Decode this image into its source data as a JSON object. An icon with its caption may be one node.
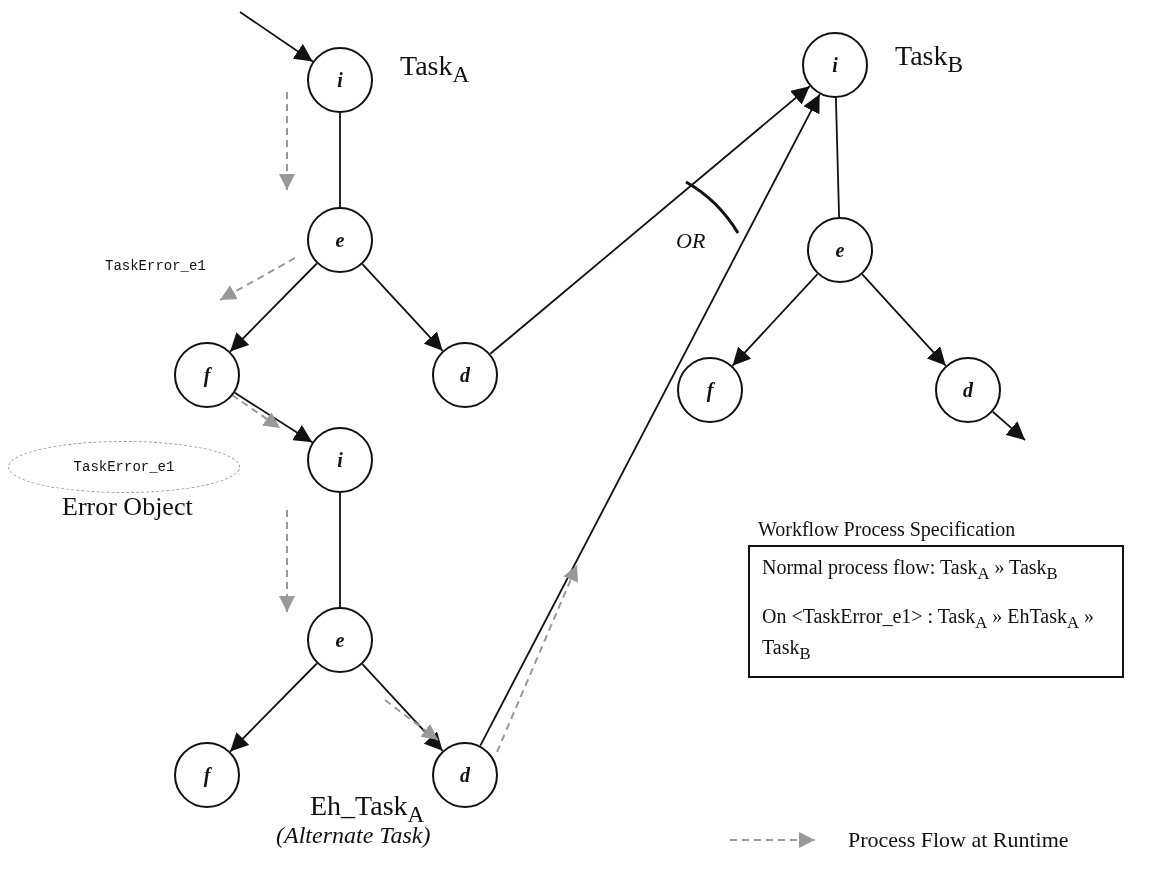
{
  "diagram": {
    "nodes": [
      {
        "text": [
          "i"
        ],
        "beside": [
          "Task$_{A}$"
        ]
      },
      {
        "text": [
          "e"
        ]
      },
      {
        "text": [
          "f"
        ]
      },
      {
        "text": [
          "d"
        ]
      },
      {
        "text": [
          "i"
        ]
      },
      {
        "text": [
          "e"
        ]
      },
      {
        "text": [
          "f"
        ]
      },
      {
        "text": [
          "d"
        ]
      },
      {
        "text": [
          "i"
        ],
        "beside": [
          "Task$_{B}$"
        ]
      },
      {
        "text": [
          "e"
        ]
      },
      {
        "text": [
          "f"
        ]
      },
      {
        "text": [
          "d"
        ]
      },
      {
        "text": [
          "TaskError_e1"
        ],
        "beside": [
          "Error Object"
        ]
      },
      {
        "text": [
          "Workflow Process Specification",
          "Normal process flow: Task$_{A}$ » Task$_{B}$",
          "On <TaskError_e1> : Task$_{A}$ » EhTask$_{A}$ » Task$_{B}$"
        ]
      }
    ],
    "edges": [
      {
        "from": null,
        "to": 0,
        "arrow": "to"
      },
      {
        "from": 0,
        "to": 1,
        "arrow": "none"
      },
      {
        "from": 1,
        "to": 2,
        "arrow": "to"
      },
      {
        "from": 1,
        "to": 3,
        "arrow": "to"
      },
      {
        "from": 3,
        "to": 8,
        "arrow": "to"
      },
      {
        "from": 2,
        "to": 4,
        "arrow": "to"
      },
      {
        "from": 4,
        "to": 5,
        "arrow": "none"
      },
      {
        "from": 5,
        "to": 6,
        "arrow": "to"
      },
      {
        "from": 5,
        "to": 7,
        "arrow": "to"
      },
      {
        "from": 7,
        "to": 8,
        "arrow": "to"
      },
      {
        "from": 8,
        "to": 9,
        "arrow": "none"
      },
      {
        "from": 9,
        "to": 10,
        "arrow": "to"
      },
      {
        "from": 9,
        "to": 11,
        "arrow": "to"
      },
      {
        "from": 11,
        "to": null,
        "arrow": "to"
      }
    ],
    "labels": [
      "TaskError_e1",
      "OR",
      "Eh_Task$_{A}$",
      "(Alternate Task)"
    ],
    "legend": [
      {
        "text": "Process Flow at Runtime"
      }
    ]
  }
}
